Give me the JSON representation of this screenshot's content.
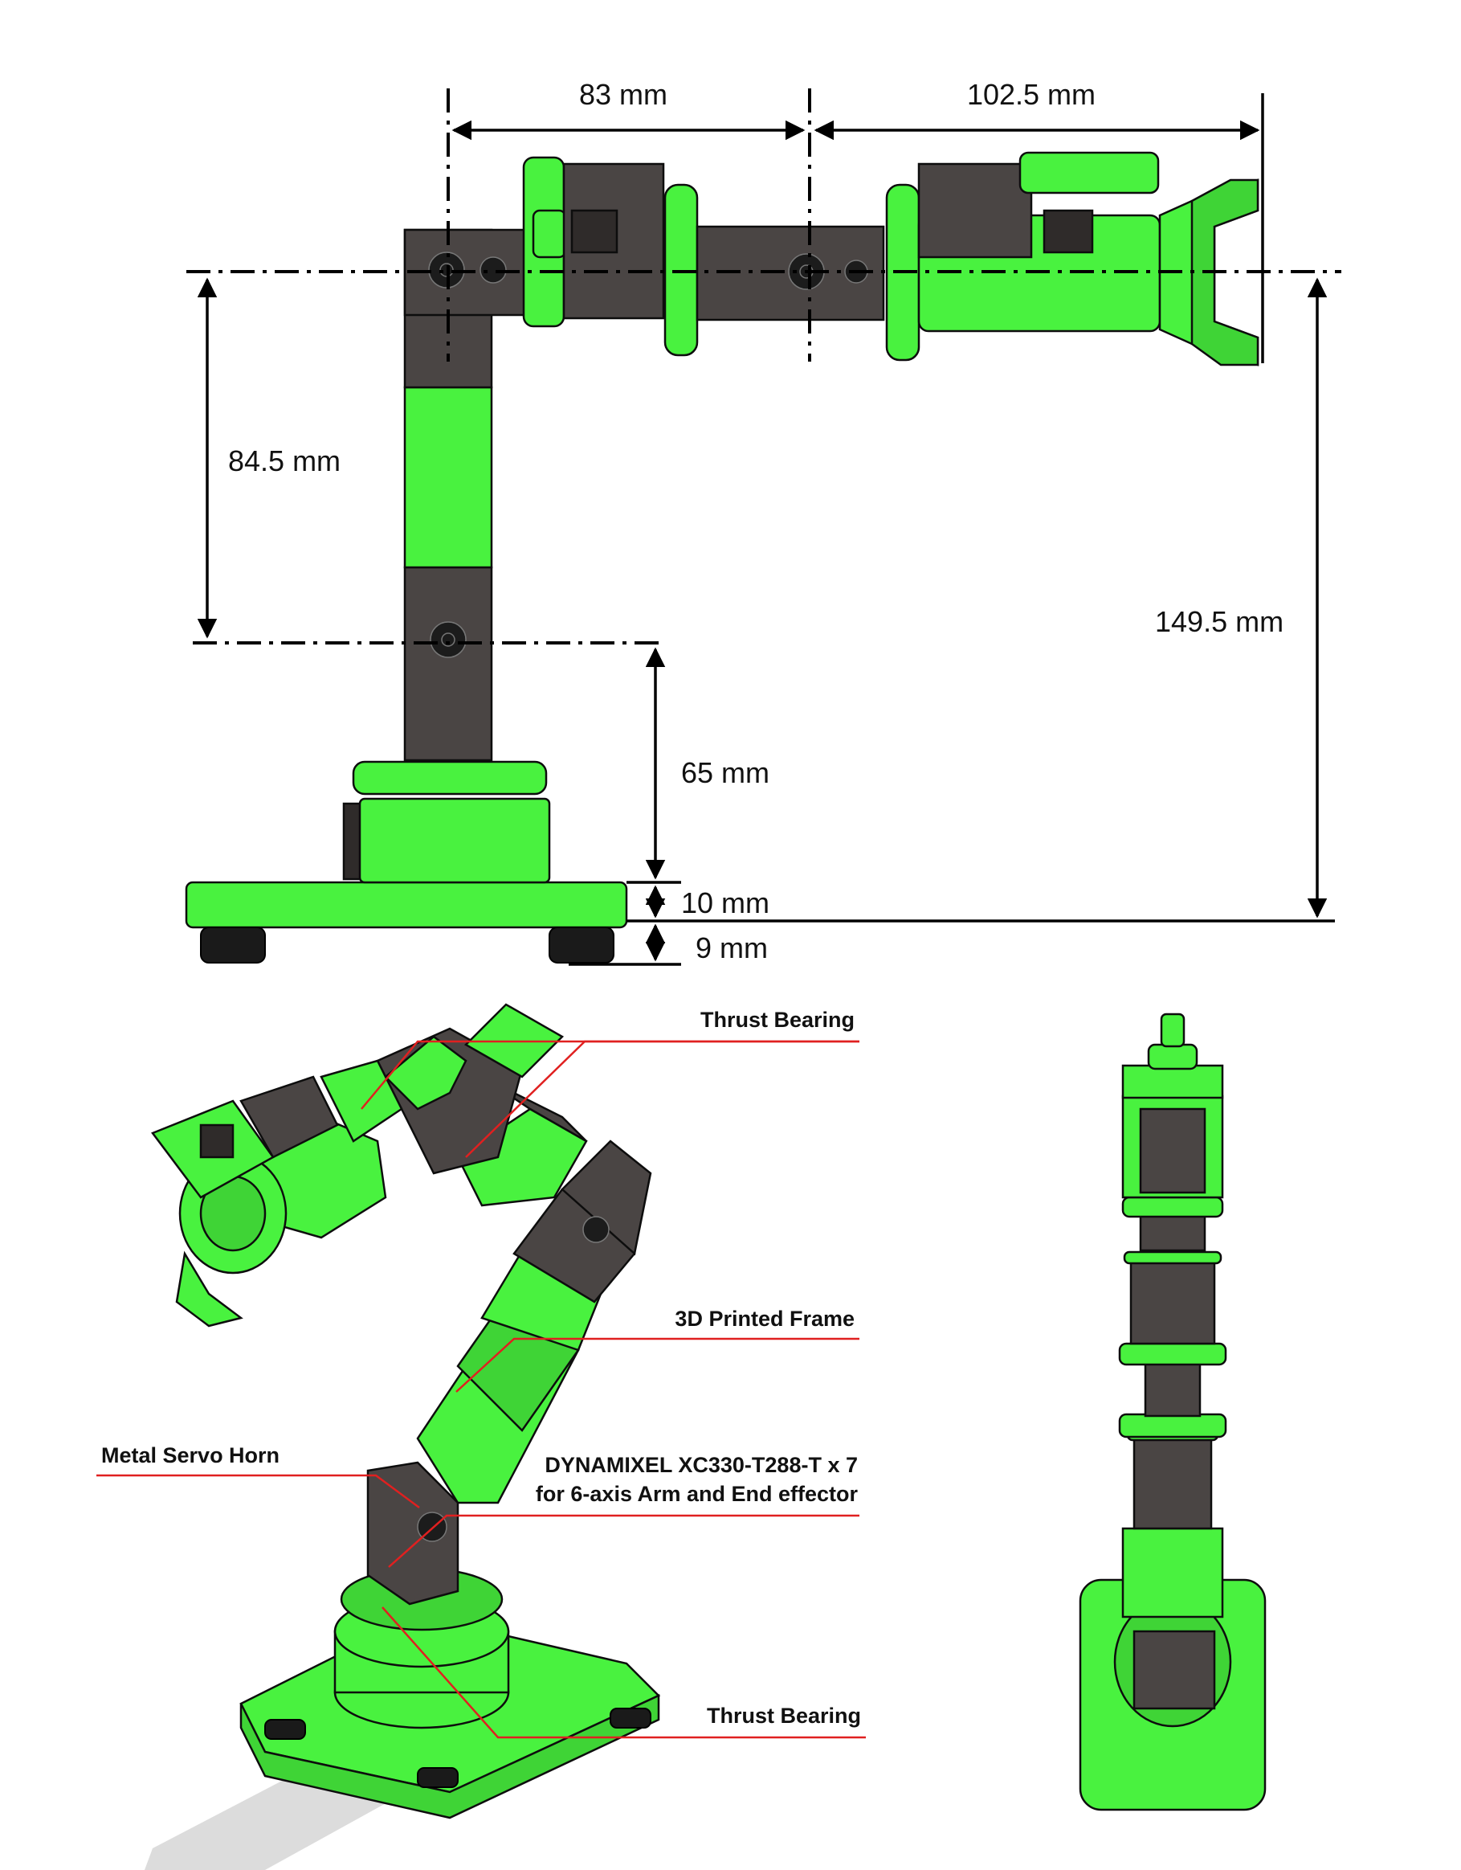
{
  "dimensions": {
    "d1": "83 mm",
    "d2": "102.5 mm",
    "d3": "84.5 mm",
    "d4": "149.5 mm",
    "d5": "65 mm",
    "d6": "10 mm",
    "d7": "9 mm"
  },
  "callouts": {
    "thrust_bearing_top": "Thrust Bearing",
    "printed_frame": "3D Printed Frame",
    "servo_horn": "Metal Servo Horn",
    "servo_line1": "DYNAMIXEL XC330-T288-T x 7",
    "servo_line2": "for 6-axis Arm and End effector",
    "thrust_bearing_bottom": "Thrust Bearing"
  },
  "colors": {
    "frame_green": "#49f23f",
    "servo_gray": "#4a4544",
    "leader_red": "#e02020"
  }
}
